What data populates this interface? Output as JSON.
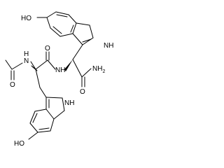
{
  "molecule": {
    "labels": {
      "oh_top": "HO",
      "nh_indole_right": "NH",
      "o_carbonyl_center": "O",
      "nh_acetamide": "N",
      "h_acetamide": "H",
      "nh_amide_center": "NH",
      "o_amide_terminal": "O",
      "nh2_terminal": "NH",
      "nh2_subscript": "2",
      "o_acetyl": "O",
      "nh_indole_bottom": "NH",
      "oh_bottom": "HO"
    }
  }
}
